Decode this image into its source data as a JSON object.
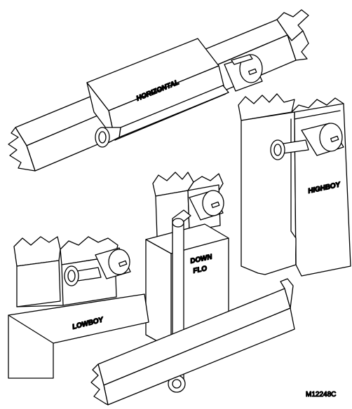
{
  "labels": {
    "horizontal": "HORIZONTAL",
    "highboy": "HIGHBOY",
    "down_line1": "DOWN",
    "down_line2": "FLO",
    "lowboy": "LOWBOY"
  },
  "figure_code": "M12248C",
  "stroke_color": "#000000",
  "fill_color": "#ffffff"
}
